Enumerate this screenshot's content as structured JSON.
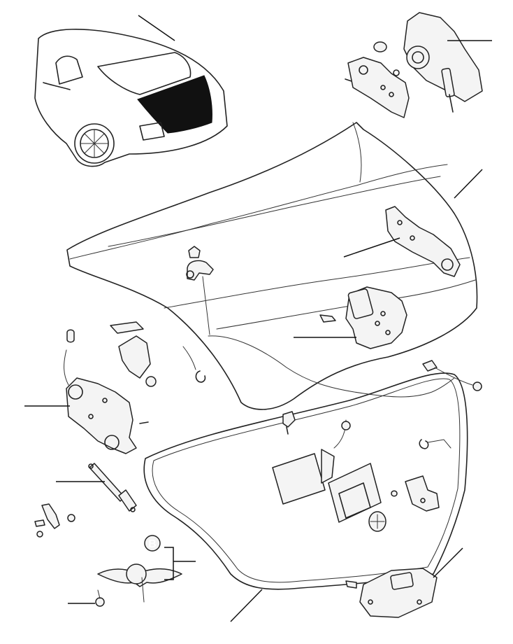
{
  "diagram": {
    "badge_letter": "B",
    "colors": {
      "line": "#222222",
      "fill": "#f4f4f4",
      "black": "#111111",
      "background": "#ffffff"
    },
    "parts": [
      "car-thumbnail",
      "rear-spoiler-motor",
      "boot-lid",
      "boot-lid-hinge-left",
      "boot-lid-hinge-right",
      "boot-lock-latch",
      "gas-strut",
      "bentley-winged-badge",
      "boot-lid-seal",
      "latch-striker",
      "release-cable",
      "number-plate-lamp-housing"
    ]
  }
}
